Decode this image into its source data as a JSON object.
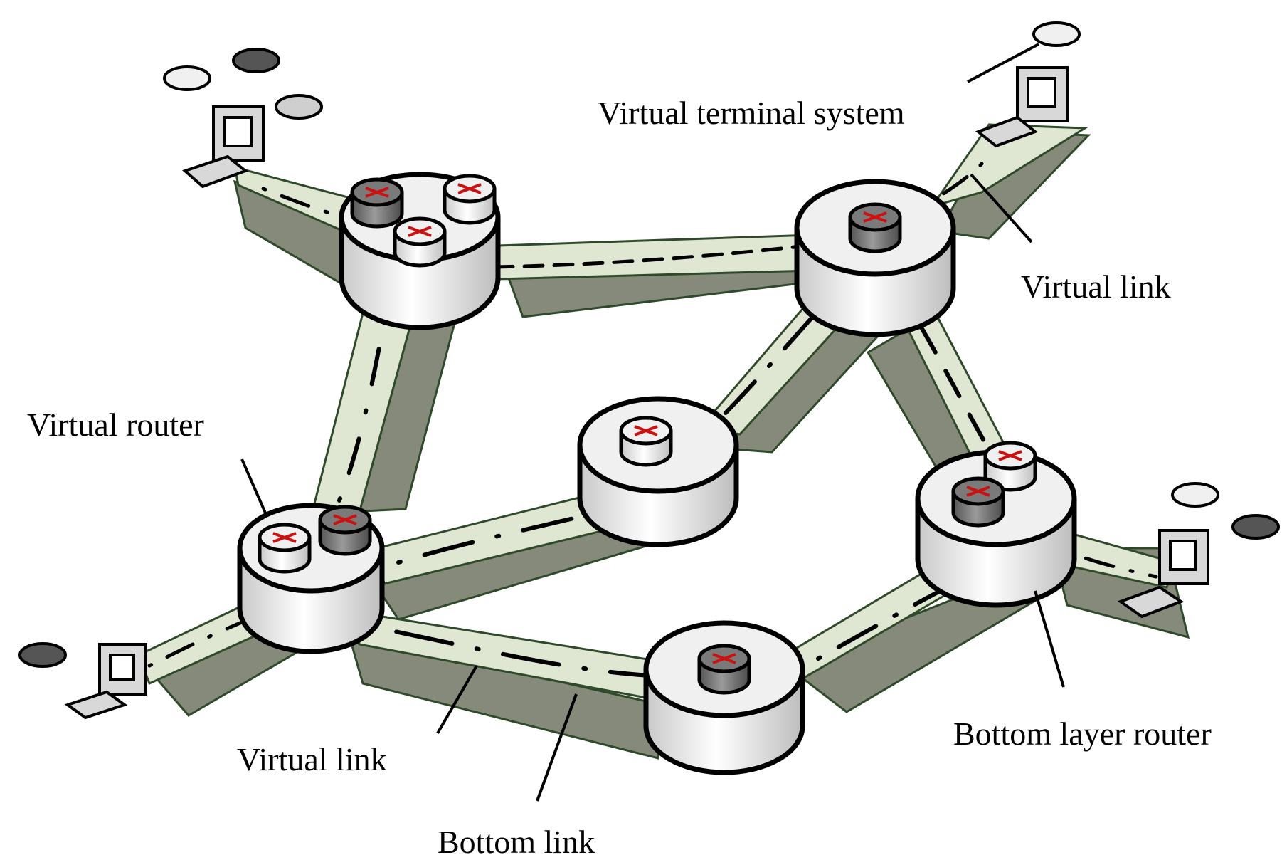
{
  "labels": {
    "virtual_terminal_system": "Virtual terminal system",
    "virtual_link_top": "Virtual link",
    "virtual_router": "Virtual router",
    "virtual_link_bottom": "Virtual link",
    "bottom_link": "Bottom link",
    "bottom_layer_router": "Bottom layer router"
  },
  "colors": {
    "link_top": "#dfe6d2",
    "link_side": "#858a7a",
    "link_edge": "#2f4a2a",
    "router_body": "#f0f0f0",
    "router_dark": "#7a7a7a",
    "arrow": "#cc1111"
  }
}
